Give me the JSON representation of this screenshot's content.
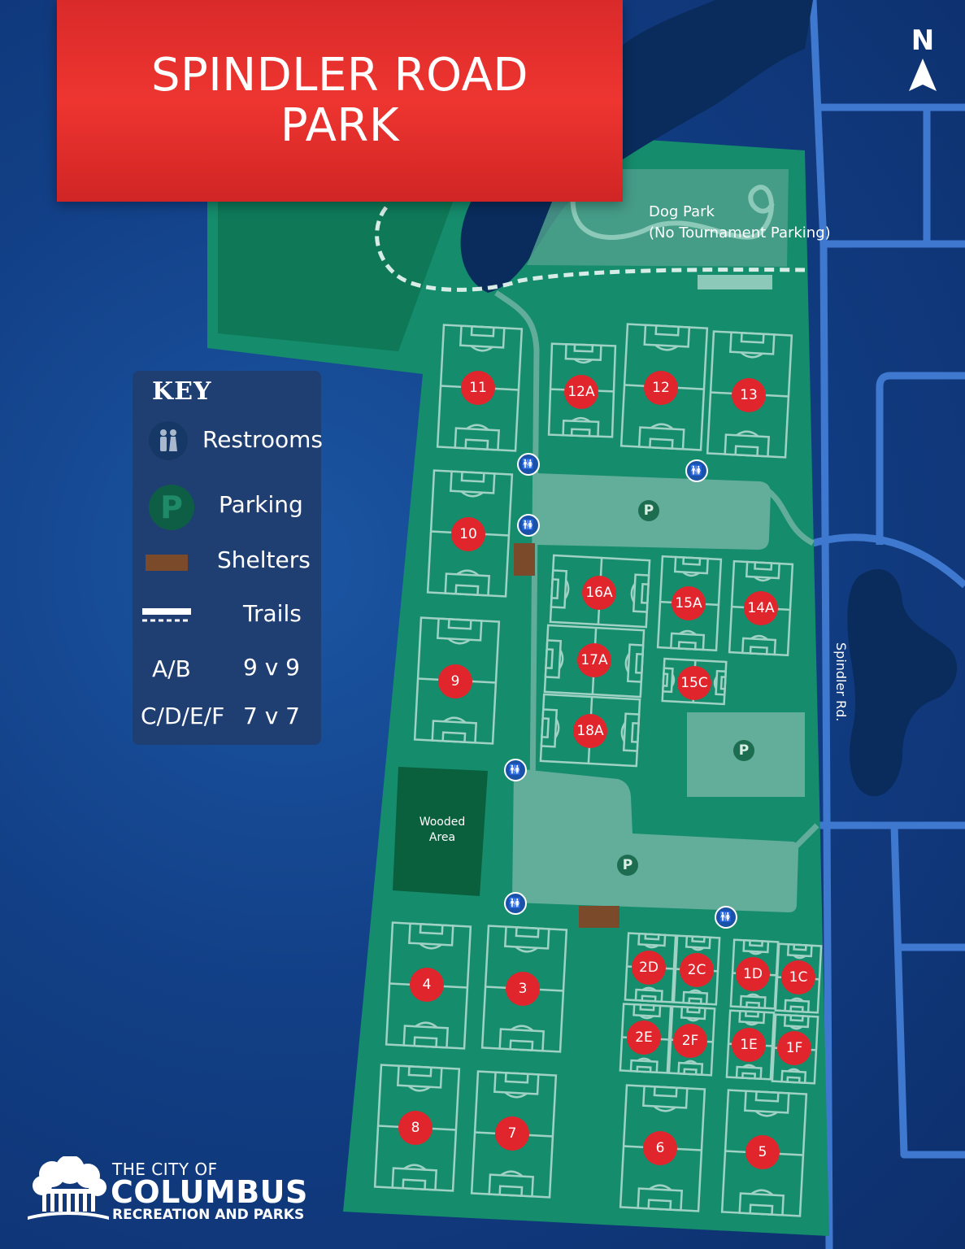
{
  "title": "SPINDLER ROAD PARK",
  "title_lines": [
    "SPINDLER ROAD",
    "PARK"
  ],
  "north_label": "N",
  "dog_park_label": [
    "Dog Park",
    "(No Tournament Parking)"
  ],
  "wooded_area_label": [
    "Wooded",
    "Area"
  ],
  "road_label": "Spindler Rd.",
  "key": {
    "title": "KEY",
    "restrooms": "Restrooms",
    "parking": "Parking",
    "parking_symbol": "P",
    "shelters": "Shelters",
    "trails": "Trails",
    "ab": "A/B",
    "ab_format": "9 v 9",
    "cdef": "C/D/E/F",
    "cdef_format": "7 v 7"
  },
  "fields": [
    "11",
    "12A",
    "12",
    "13",
    "10",
    "16A",
    "15A",
    "14A",
    "9",
    "17A",
    "15C",
    "18A",
    "4",
    "3",
    "2D",
    "2C",
    "1D",
    "1C",
    "2E",
    "2F",
    "1E",
    "1F",
    "8",
    "7",
    "6",
    "5"
  ],
  "logo": {
    "line1": "THE CITY OF",
    "line2": "COLUMBUS",
    "line3": "RECREATION AND PARKS"
  },
  "colors": {
    "banner_red": "#e3302d",
    "park_green": "#138a6b",
    "parking_lot": "#62ad9a",
    "water": "#0a2d5e",
    "road": "#3b73c9",
    "marker_red": "#e0262c",
    "shelter_brown": "#7a4a2a",
    "key_bg": "#1f3f73"
  }
}
